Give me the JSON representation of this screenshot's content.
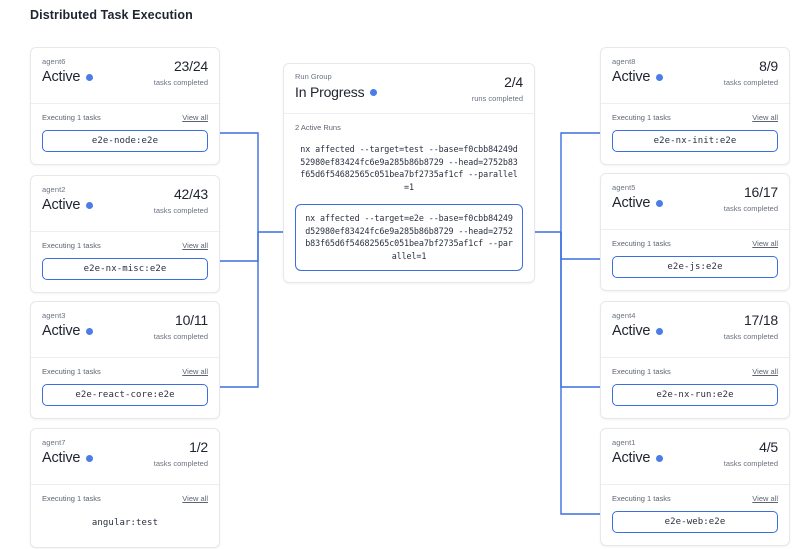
{
  "page": {
    "title": "Distributed Task Execution",
    "accent_blue": "#3b6ee0",
    "dot_blue": "#4c7ce8",
    "card_border": "#e6e8ec",
    "muted_text": "#6b7280",
    "background": "#ffffff"
  },
  "labels": {
    "tasks_completed": "tasks completed",
    "runs_completed": "runs completed",
    "executing": "Executing 1 tasks",
    "view_all": "View all",
    "active_runs": "2 Active Runs"
  },
  "run_group": {
    "label": "Run Group",
    "status": "In Progress",
    "count": "2/4",
    "count_label": "runs completed",
    "active_runs_label": "2 Active Runs",
    "commands": [
      {
        "text": "nx affected --target=test --base=f0cbb84249d52980ef83424fc6e9a285b86b8729 --head=2752b83f65d6f54682565c051bea7bf2735af1cf --parallel=1",
        "highlighted": false
      },
      {
        "text": "nx affected --target=e2e --base=f0cbb84249d52980ef83424fc6e9a285b86b8729 --head=2752b83f65d6f54682565c051bea7bf2735af1cf --parallel=1",
        "highlighted": true
      }
    ]
  },
  "left_agents": [
    {
      "name": "agent6",
      "status": "Active",
      "count": "23/24",
      "count_label": "tasks completed",
      "executing": "Executing 1 tasks",
      "view_all": "View all",
      "task": "e2e-node:e2e",
      "connected": true
    },
    {
      "name": "agent2",
      "status": "Active",
      "count": "42/43",
      "count_label": "tasks completed",
      "executing": "Executing 1 tasks",
      "view_all": "View all",
      "task": "e2e-nx-misc:e2e",
      "connected": true
    },
    {
      "name": "agent3",
      "status": "Active",
      "count": "10/11",
      "count_label": "tasks completed",
      "executing": "Executing 1 tasks",
      "view_all": "View all",
      "task": "e2e-react-core:e2e",
      "connected": true
    },
    {
      "name": "agent7",
      "status": "Active",
      "count": "1/2",
      "count_label": "tasks completed",
      "executing": "Executing 1 tasks",
      "view_all": "View all",
      "task": "angular:test",
      "connected": false
    }
  ],
  "right_agents": [
    {
      "name": "agent8",
      "status": "Active",
      "count": "8/9",
      "count_label": "tasks completed",
      "executing": "Executing 1 tasks",
      "view_all": "View all",
      "task": "e2e-nx-init:e2e",
      "connected": true
    },
    {
      "name": "agent5",
      "status": "Active",
      "count": "16/17",
      "count_label": "tasks completed",
      "executing": "Executing 1 tasks",
      "view_all": "View all",
      "task": "e2e-js:e2e",
      "connected": true
    },
    {
      "name": "agent4",
      "status": "Active",
      "count": "17/18",
      "count_label": "tasks completed",
      "executing": "Executing 1 tasks",
      "view_all": "View all",
      "task": "e2e-nx-run:e2e",
      "connected": true
    },
    {
      "name": "agent1",
      "status": "Active",
      "count": "4/5",
      "count_label": "tasks completed",
      "executing": "Executing 1 tasks",
      "view_all": "View all",
      "task": "e2e-web:e2e",
      "connected": true
    }
  ]
}
